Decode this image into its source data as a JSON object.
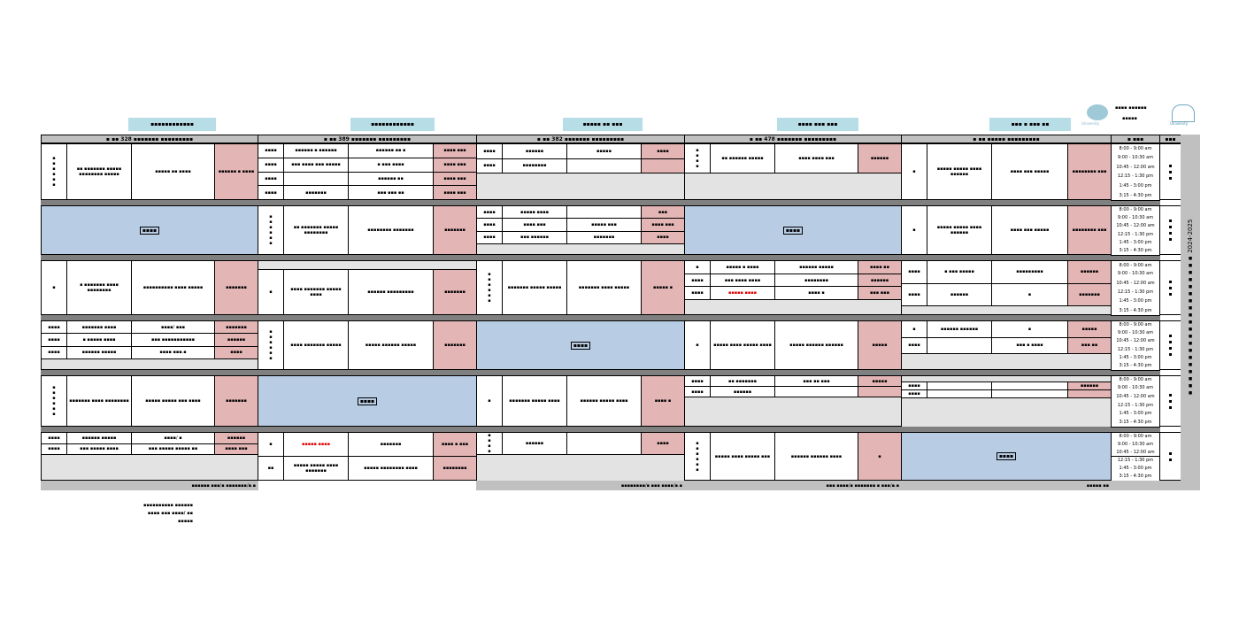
{
  "header": {
    "top_labels": [
      "▪▪▪▪▪▪▪▪▪▪▪▪",
      "▪▪▪▪▪▪▪▪▪▪▪▪",
      "▪▪▪▪▪ ▪▪ ▪▪▪",
      "▪▪▪▪ ▪▪▪ ▪▪▪",
      "▪▪▪ ▪ ▪▪▪ ▪▪"
    ],
    "column_headers": [
      "▪ ▪▪ 328 ▪▪▪▪▪▪▪ ▪▪▪▪▪▪▪▪▪",
      "▪ ▪▪ 389 ▪▪▪▪▪▪▪ ▪▪▪▪▪▪▪▪▪",
      "▪ ▪▪ 382 ▪▪▪▪▪▪▪ ▪▪▪▪▪▪▪▪▪",
      "▪ ▪▪ 478 ▪▪▪▪▪▪▪ ▪▪▪▪▪▪▪▪▪",
      "▪ ▪▪ ▪▪▪▪▪ ▪▪▪▪▪▪▪▪▪"
    ],
    "time_header": "▪ ▪▪▪",
    "day_header": "▪▪▪",
    "logo_text_1": "▪▪▪▪ ▪▪▪▪▪▪",
    "logo_text_2": "▪▪▪▪▪",
    "university_1": "University",
    "university_2": "University"
  },
  "year": "▪▪▪▪▪▪▪▪▪▪▪▪▪▪▪▪▪▪▪▪ 2024-2025",
  "times": [
    "8:00 - 9:00 am",
    "9:00 - 10:30 am",
    "10:45 - 12:00 am",
    "12:15 - 1:30 pm",
    "1:45 - 3:00 pm",
    "3:15 - 4:30 pm"
  ],
  "days": [
    "▪▪▪",
    "▪▪▪▪",
    "▪▪▪",
    "▪▪▪▪",
    "▪▪▪",
    "▪▪"
  ],
  "holiday_label": "▪▪▪▪",
  "columns": [
    {
      "rows": [
        {
          "type": "class",
          "entries": [
            {
              "code": "▪▪▪▪▪▪",
              "name": "▪▪ ▪▪▪▪▪▪▪ ▪▪▪▪▪ ▪▪▪▪▪▪▪▪ ▪▪▪▪▪",
              "teacher": "▪▪▪▪▪ ▪▪ ▪▪▪▪",
              "room": "▪▪▪▪▪▪ ▪ ▪▪▪▪"
            }
          ]
        },
        {
          "type": "holiday"
        },
        {
          "type": "class",
          "entries": [
            {
              "code": "▪",
              "name": "▪ ▪▪▪▪▪▪▪ ▪▪▪▪ ▪▪▪▪▪▪▪▪",
              "teacher": "▪▪▪▪▪▪▪▪▪▪ ▪▪▪▪ ▪▪▪▪▪",
              "room": "▪▪▪▪▪▪▪"
            }
          ]
        },
        {
          "type": "class",
          "filler": 0.2,
          "entries": [
            {
              "code": "▪▪▪▪",
              "name": "▪▪▪▪▪▪▪ ▪▪▪▪",
              "teacher": "▪▪▪▪/ ▪▪▪",
              "room": "▪▪▪▪▪▪▪"
            },
            {
              "code": "▪▪▪▪",
              "name": "▪ ▪▪▪▪▪ ▪▪▪▪",
              "teacher": "▪▪▪ ▪▪▪▪▪▪▪▪▪▪▪",
              "room": "▪▪▪▪▪▪"
            },
            {
              "code": "▪▪▪▪",
              "name": "▪▪▪▪▪▪ ▪▪▪▪▪",
              "teacher": "▪▪▪▪ ▪▪▪.▪",
              "room": "▪▪▪▪"
            }
          ]
        },
        {
          "type": "class",
          "entries": [
            {
              "code": "▪▪▪▪▪▪",
              "name": "▪▪▪▪▪▪▪ ▪▪▪▪ ▪▪▪▪▪▪▪▪",
              "teacher": "▪▪▪▪▪ ▪▪▪▪▪ ▪▪▪ ▪▪▪▪",
              "room": "▪▪▪▪▪▪▪"
            }
          ]
        },
        {
          "type": "class",
          "filler": 0.5,
          "entries": [
            {
              "code": "▪▪▪▪",
              "name": "▪▪▪▪▪▪ ▪▪▪▪▪",
              "teacher": "▪▪▪▪/ ▪",
              "room": "▪▪▪▪▪▪"
            },
            {
              "code": "▪▪▪▪",
              "name": "▪▪▪ ▪▪▪▪▪ ▪▪▪▪",
              "teacher": "▪▪▪ ▪▪▪▪▪ ▪▪▪▪▪ ▪▪",
              "room": "▪▪▪▪ ▪▪▪"
            }
          ]
        }
      ],
      "footer": "▪▪▪▪▪▪ ▪▪▪/▪ ▪▪▪▪▪▪▪/▪.▪"
    },
    {
      "rows": [
        {
          "type": "class",
          "entries": [
            {
              "code": "▪▪▪▪",
              "name": "▪▪▪▪▪▪ ▪ ▪▪▪▪▪▪",
              "teacher": "▪▪▪▪▪▪ ▪▪ ▪",
              "room": "▪▪▪▪ ▪▪▪"
            },
            {
              "code": "▪▪▪▪",
              "name": "▪▪▪ ▪▪▪▪ ▪▪▪ ▪▪▪▪▪",
              "teacher": "▪ ▪▪▪ ▪▪▪▪",
              "room": "▪▪▪▪ ▪▪▪"
            },
            {
              "code": "▪▪▪▪",
              "name": "",
              "teacher": "▪▪▪▪▪▪ ▪▪",
              "room": "▪▪▪▪ ▪▪▪"
            },
            {
              "code": "▪▪▪▪",
              "name": "▪▪▪▪▪▪▪",
              "teacher": "▪▪▪ ▪▪▪ ▪▪",
              "room": "▪▪▪▪ ▪▪▪"
            }
          ]
        },
        {
          "type": "class",
          "entries": [
            {
              "code": "▪▪▪▪▪▪",
              "name": "▪▪ ▪▪▪▪▪▪▪ ▪▪▪▪▪ ▪▪▪▪▪▪▪▪",
              "teacher": "▪▪▪▪▪▪▪▪ ▪▪▪▪▪▪▪",
              "room": "▪▪▪▪▪▪▪"
            }
          ]
        },
        {
          "type": "class",
          "filler_top": 0.15,
          "entries": [
            {
              "code": "▪",
              "name": "▪▪▪▪ ▪▪▪▪▪▪▪ ▪▪▪▪▪ ▪▪▪▪",
              "teacher": "▪▪▪▪▪▪ ▪▪▪▪▪▪▪▪▪",
              "room": "▪▪▪▪▪▪▪"
            }
          ]
        },
        {
          "type": "class",
          "entries": [
            {
              "code": "▪▪▪▪▪▪",
              "name": "▪▪▪▪ ▪▪▪▪▪▪▪ ▪▪▪▪▪",
              "teacher": "▪▪▪▪▪ ▪▪▪▪▪▪ ▪▪▪▪▪",
              "room": "▪▪▪▪▪▪▪"
            }
          ]
        },
        {
          "type": "holiday"
        },
        {
          "type": "class",
          "entries": [
            {
              "code": "▪",
              "name": "▪▪▪▪▪ ▪▪▪▪",
              "name_red": true,
              "teacher": "▪▪▪▪▪▪▪",
              "room": "▪▪▪▪ ▪ ▪▪▪"
            },
            {
              "code": "▪▪",
              "name": "▪▪▪▪▪ ▪▪▪▪▪ ▪▪▪▪ ▪▪▪▪▪▪▪",
              "teacher": "▪▪▪▪▪ ▪▪▪▪▪▪▪▪ ▪▪▪▪",
              "room": "▪▪▪▪▪▪▪▪"
            }
          ]
        }
      ],
      "footer": ""
    },
    {
      "rows": [
        {
          "type": "class",
          "filler": 0.45,
          "entries": [
            {
              "code": "▪▪▪▪",
              "name": "▪▪▪▪▪▪",
              "teacher": "▪▪▪▪▪",
              "room": "▪▪▪▪"
            },
            {
              "code": "▪▪▪▪",
              "name": "▪▪▪▪▪▪▪▪",
              "teacher": "",
              "room": ""
            }
          ]
        },
        {
          "type": "class",
          "filler": 0.2,
          "entries": [
            {
              "code": "▪▪▪▪",
              "name": "▪▪▪▪▪ ▪▪▪▪",
              "teacher": "",
              "room": "▪▪▪"
            },
            {
              "code": "▪▪▪▪",
              "name": "▪▪▪▪ ▪▪▪",
              "teacher": "▪▪▪▪▪ ▪▪▪",
              "room": "▪▪▪▪ ▪▪▪"
            },
            {
              "code": "▪▪▪▪",
              "name": "▪▪▪ ▪▪▪▪▪▪",
              "teacher": "▪▪▪▪▪▪▪",
              "room": "▪▪▪▪"
            }
          ]
        },
        {
          "type": "class",
          "entries": [
            {
              "code": "▪▪▪▪▪▪",
              "name": "▪▪▪▪▪▪▪ ▪▪▪▪▪ ▪▪▪▪▪",
              "teacher": "▪▪▪▪▪▪▪ ▪▪▪▪ ▪▪▪▪▪",
              "room": "▪▪▪▪▪ ▪"
            }
          ]
        },
        {
          "type": "holiday"
        },
        {
          "type": "class",
          "entries": [
            {
              "code": "▪",
              "name": "▪▪▪▪▪▪▪ ▪▪▪▪▪ ▪▪▪▪",
              "teacher": "▪▪▪▪▪▪ ▪▪▪▪▪ ▪▪▪▪",
              "room": "▪▪▪▪ ▪"
            }
          ]
        },
        {
          "type": "class",
          "filler": 0.6,
          "entries": [
            {
              "code": "▪▪▪▪",
              "name": "▪▪▪▪▪▪",
              "teacher": "",
              "room": "▪▪▪▪"
            }
          ]
        }
      ],
      "footer": "▪▪▪▪▪▪▪▪/▪ ▪▪▪ ▪▪▪▪/▪.▪"
    },
    {
      "rows": [
        {
          "type": "class",
          "filler": 0.45,
          "entries": [
            {
              "code": "▪▪▪▪",
              "name": "▪▪ ▪▪▪▪▪▪ ▪▪▪▪▪",
              "teacher": "▪▪▪▪ ▪▪▪▪ ▪▪▪",
              "room": "▪▪▪▪▪▪"
            }
          ]
        },
        {
          "type": "holiday"
        },
        {
          "type": "class",
          "filler": 0.25,
          "entries": [
            {
              "code": "▪",
              "name": "▪▪▪▪▪ ▪ ▪▪▪▪",
              "teacher": "▪▪▪▪▪▪ ▪▪▪▪▪",
              "room": "▪▪▪▪ ▪▪"
            },
            {
              "code": "▪▪▪▪",
              "name": "▪▪▪ ▪▪▪▪ ▪▪▪▪",
              "teacher": "▪▪▪▪▪▪▪▪",
              "room": "▪▪▪▪▪▪"
            },
            {
              "code": "▪▪▪▪",
              "name": "▪▪▪▪▪ ▪▪▪▪",
              "name_red": true,
              "teacher": "▪▪▪▪ ▪",
              "room": "▪▪▪ ▪▪▪"
            }
          ]
        },
        {
          "type": "class",
          "entries": [
            {
              "code": "▪",
              "name": "▪▪▪▪▪ ▪▪▪▪ ▪▪▪▪▪ ▪▪▪▪",
              "teacher": "▪▪▪▪▪ ▪▪▪▪▪▪ ▪▪▪▪▪▪",
              "room": "▪▪▪▪▪"
            }
          ]
        },
        {
          "type": "class",
          "filler": 0.55,
          "entries": [
            {
              "code": "▪▪▪▪",
              "name": "▪▪ ▪▪▪▪▪▪▪",
              "teacher": "▪▪▪ ▪▪ ▪▪▪",
              "room": "▪▪▪▪▪"
            },
            {
              "code": "▪▪▪▪",
              "name": "▪▪▪▪▪▪",
              "teacher": "",
              "room": ""
            }
          ]
        },
        {
          "type": "class",
          "entries": [
            {
              "code": "▪▪▪▪▪▪",
              "name": "▪▪▪▪▪ ▪▪▪▪ ▪▪▪▪▪ ▪▪▪",
              "teacher": "▪▪▪▪▪▪ ▪▪▪▪▪▪ ▪▪▪▪",
              "room": "▪"
            }
          ]
        }
      ],
      "footer": "▪▪▪ ▪▪▪▪/▪ ▪▪▪▪▪▪▪ ▪ ▪▪▪/▪.▪"
    },
    {
      "rows": [
        {
          "type": "class",
          "entries": [
            {
              "code": "▪",
              "name": "▪▪▪▪▪ ▪▪▪▪▪ ▪▪▪▪ ▪▪▪▪▪▪",
              "teacher": "▪▪▪▪ ▪▪▪ ▪▪▪▪▪",
              "room": "▪▪▪▪▪▪▪▪ ▪▪▪"
            }
          ]
        },
        {
          "type": "class",
          "entries": [
            {
              "code": "▪",
              "name": "▪▪▪▪▪ ▪▪▪▪▪ ▪▪▪▪ ▪▪▪▪▪▪",
              "teacher": "▪▪▪▪ ▪▪▪ ▪▪▪▪▪",
              "room": "▪▪▪▪▪▪▪▪ ▪▪▪"
            }
          ]
        },
        {
          "type": "class",
          "filler": 0.15,
          "entries": [
            {
              "code": "▪▪▪▪",
              "name": "▪ ▪▪▪ ▪▪▪▪▪",
              "teacher": "▪▪▪▪▪▪▪▪▪",
              "room": "▪▪▪▪▪▪"
            },
            {
              "code": "▪▪▪▪",
              "name": "▪▪▪▪▪▪",
              "teacher": "▪",
              "room": "▪▪▪▪▪▪▪"
            }
          ]
        },
        {
          "type": "class",
          "filler": 0.3,
          "entries": [
            {
              "code": "▪",
              "name": "▪▪▪▪▪▪ ▪▪▪▪▪▪",
              "teacher": "▪",
              "room": "▪▪▪▪▪"
            },
            {
              "code": "▪▪▪▪",
              "name": "",
              "teacher": "▪▪▪ ▪ ▪▪▪▪",
              "room": "▪▪▪ ▪▪"
            }
          ]
        },
        {
          "type": "class",
          "filler": 0.55,
          "filler_top": 0.1,
          "entries": [
            {
              "code": "▪▪▪▪",
              "name": "",
              "teacher": "",
              "room": "▪▪▪▪▪▪"
            },
            {
              "code": "▪▪▪▪",
              "name": "",
              "teacher": "",
              "room": ""
            }
          ]
        },
        {
          "type": "holiday"
        }
      ],
      "footer": "▪▪▪▪▪ ▪▪"
    }
  ],
  "notes": [
    "▪▪▪▪▪▪▪▪▪▪ ▪▪▪▪▪▪",
    "▪▪▪▪ ▪▪▪ ▪▪▪▪/ ▪▪",
    "▪▪▪▪▪"
  ]
}
